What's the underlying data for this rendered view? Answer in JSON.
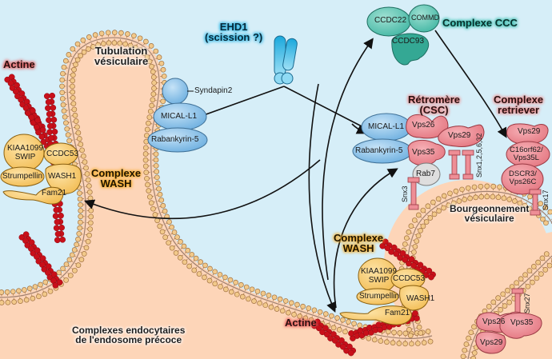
{
  "labels": {
    "tubulation": "Tubulation\nvésiculaire",
    "actine_top": "Actine",
    "actine_bottom": "Actine",
    "ehd1": "EHD1\n(scission ?)",
    "complexe_ccc": "Complexe CCC",
    "retromere": "Rétromère\n(CSC)",
    "complexe_retriever": "Complexe\nretriever",
    "complexe_wash_left": "Complexe\nWASH",
    "complexe_wash_bottom": "Complexe\nWASH",
    "bourgeonnement": "Bourgeonnement\nvésiculaire",
    "endosome": "Complexes endocytaires\nde l'endosome précoce"
  },
  "proteins": {
    "syndapin2": "Syndapin2",
    "mical_l1_left": "MICAL-L1",
    "rabankyrin5_left": "Rabankyrin-5",
    "mical_l1_right": "MICAL-L1",
    "rabankyrin5_right": "Rabankyrin-5",
    "ccdc22": "CCDC22",
    "commd": "COMMD",
    "ccdc93": "CCDC93",
    "vps26_csc": "Vps26",
    "vps29_csc": "Vps29",
    "vps35_csc": "Vps35",
    "rab7": "Rab7",
    "snx3": "Snx3",
    "snx1256": "Snx1,2,5,6,32",
    "vps29_retr": "Vps29",
    "c16orf62": "C16orf62/\nVps35L",
    "dscr3": "DSCR3/\nVps26C",
    "snx17": "Snx17",
    "snx27": "Snx27",
    "vps26_snx27": "Vps26",
    "vps35_snx27": "Vps35",
    "vps29_snx27": "Vps29",
    "wash_left": {
      "kiaa": "KIAA1099\nSWIP",
      "ccdc53": "CCDC53",
      "strumpellin": "Strumpellin",
      "wash1": "WASH1",
      "fam21": "Fam21"
    },
    "wash_bottom": {
      "kiaa": "KIAA1099\nSWIP",
      "ccdc53": "CCDC53",
      "strumpellin": "Strumpellin",
      "wash1": "WASH1",
      "fam21": "Fam21"
    }
  },
  "colors": {
    "background": "#d6eef8",
    "lumen": "#fdd5b8",
    "lipid_head": "#f2c98a",
    "lipid_stroke": "#a07040",
    "actin": "#c8101a",
    "wash": "#f7cf78",
    "retromer": "#ee8e96",
    "blue_protein": "#9ccbec",
    "ccc": "#5ec8b6",
    "ehd1": "#2ab6e4",
    "rab7": "#dcdcdc"
  }
}
